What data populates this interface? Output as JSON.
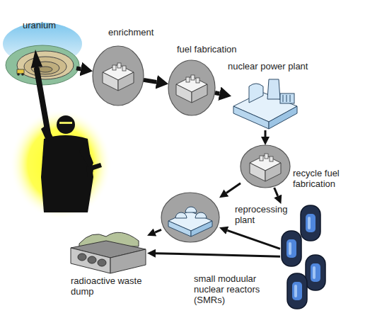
{
  "diagram": {
    "nodes": [
      {
        "text": [
          "uranium"
        ]
      },
      {
        "text": [
          "enrichment"
        ]
      },
      {
        "text": [
          "fuel fabrication"
        ]
      },
      {
        "text": [
          "nuclear power plant"
        ]
      },
      {
        "text": [
          "recycle fuel fabrication"
        ]
      },
      {
        "text": [
          "reprocessing plant"
        ]
      },
      {
        "text": [
          "small moduular nuclear reactors (SMRs)"
        ]
      },
      {
        "text": [
          "radioactive waste dump"
        ]
      }
    ],
    "edges": [
      {
        "from": 0,
        "to": 1,
        "arrow": "to"
      },
      {
        "from": 1,
        "to": 2,
        "arrow": "to"
      },
      {
        "from": 2,
        "to": 3,
        "arrow": "to"
      },
      {
        "from": 3,
        "to": 4,
        "arrow": "to"
      },
      {
        "from": 4,
        "to": 5,
        "arrow": "to"
      },
      {
        "from": 4,
        "to": 6,
        "arrow": "to"
      },
      {
        "from": 6,
        "to": 5,
        "arrow": "to"
      },
      {
        "from": 5,
        "to": 7,
        "arrow": "to"
      },
      {
        "from": 6,
        "to": 7,
        "arrow": "to"
      }
    ]
  }
}
